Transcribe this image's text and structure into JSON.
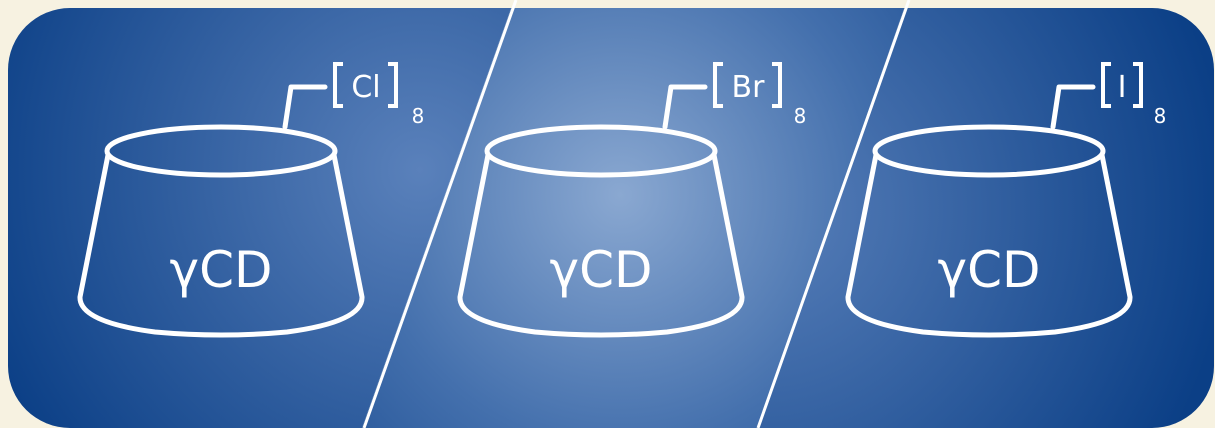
{
  "colors": {
    "page_background": "#f7f2e1",
    "panel_dark": "#0b3f86",
    "panel_light": "#86a5cf",
    "stroke": "#ffffff"
  },
  "cyclodextrins": [
    {
      "label": "γCD",
      "halide": "Cl",
      "subscript": "8"
    },
    {
      "label": "γCD",
      "halide": "Br",
      "subscript": "8"
    },
    {
      "label": "γCD",
      "halide": "I",
      "subscript": "8"
    }
  ]
}
